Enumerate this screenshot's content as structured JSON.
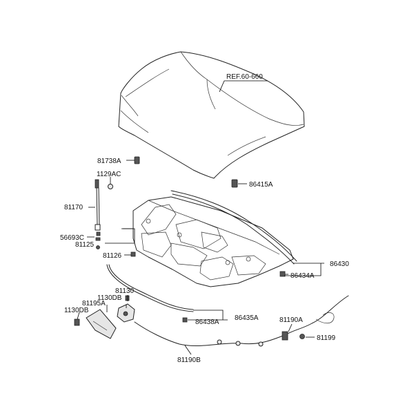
{
  "labels": {
    "ref": "REF.60-660",
    "p81738A": "81738A",
    "p86415A": "86415A",
    "p1129AC": "1129AC",
    "p81170": "81170",
    "p56693C": "56693C",
    "p81125": "81125",
    "p81126": "81126",
    "p86430": "86430",
    "p86434A": "86434A",
    "p81130": "81130",
    "p1130DB_top": "1130DB",
    "p81195A": "81195A",
    "p1130DB_left": "1130DB",
    "p86435A": "86435A",
    "p86438A": "86438A",
    "p81190A": "81190A",
    "p81199": "81199",
    "p81190B": "81190B"
  }
}
